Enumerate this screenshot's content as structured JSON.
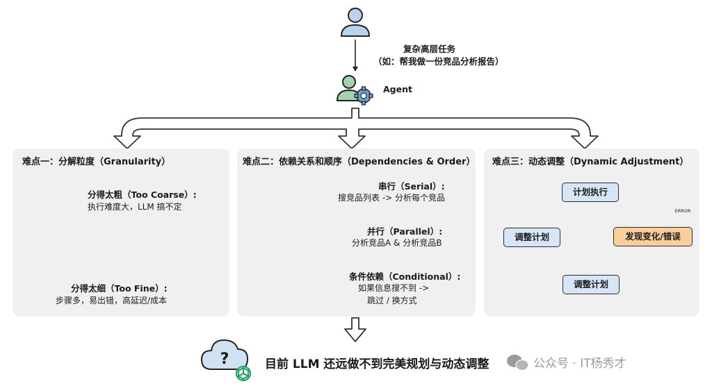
{
  "top": {
    "task_title": "复杂高层任务",
    "task_example": "（如：帮我做一份竞品分析报告）",
    "agent_label": "Agent"
  },
  "panels": [
    {
      "title": "难点一：分解粒度（Granularity）",
      "coarse_title": "分得太粗（Too Coarse）:",
      "coarse_desc": "执行难度大，LLM 搞不定",
      "fine_title": "分得太细（Too Fine）:",
      "fine_desc": "步骤多，易出错，高延迟/成本"
    },
    {
      "title": "难点二：依赖关系和顺序（Dependencies & Order）",
      "serial_title": "串行（Serial）:",
      "serial_desc": "搜竞品列表 -> 分析每个竞品",
      "parallel_title": "并行（Parallel）:",
      "parallel_desc": "分析竞品A & 分析竞品B",
      "conditional_title": "条件依赖（Conditional）:",
      "conditional_desc_1": "如果信息搜不到 ->",
      "conditional_desc_2": "跳过 / 换方式"
    },
    {
      "title": "难点三：动态调整（Dynamic Adjustment）",
      "cycle_execute": "计划执行",
      "cycle_detect": "发现变化/错误",
      "cycle_adjust_bottom": "调整计划",
      "cycle_adjust_left": "调整计划",
      "error_badge": "ERROR"
    }
  ],
  "conclusion": "目前 LLM 还远做不到完美规划与动态调整",
  "watermark": "公众号 · IT杨秀才",
  "colors": {
    "panel_bg": "#f0f0f0",
    "node_green": "#b6dcc4",
    "node_blue": "#d6e6f6",
    "node_yellow": "#fbdb7d",
    "node_orange": "#fbcf9c",
    "person_blue": "#b9d3ec",
    "agent_green": "#a5d2b1",
    "gear_blue": "#6f9fd8"
  }
}
